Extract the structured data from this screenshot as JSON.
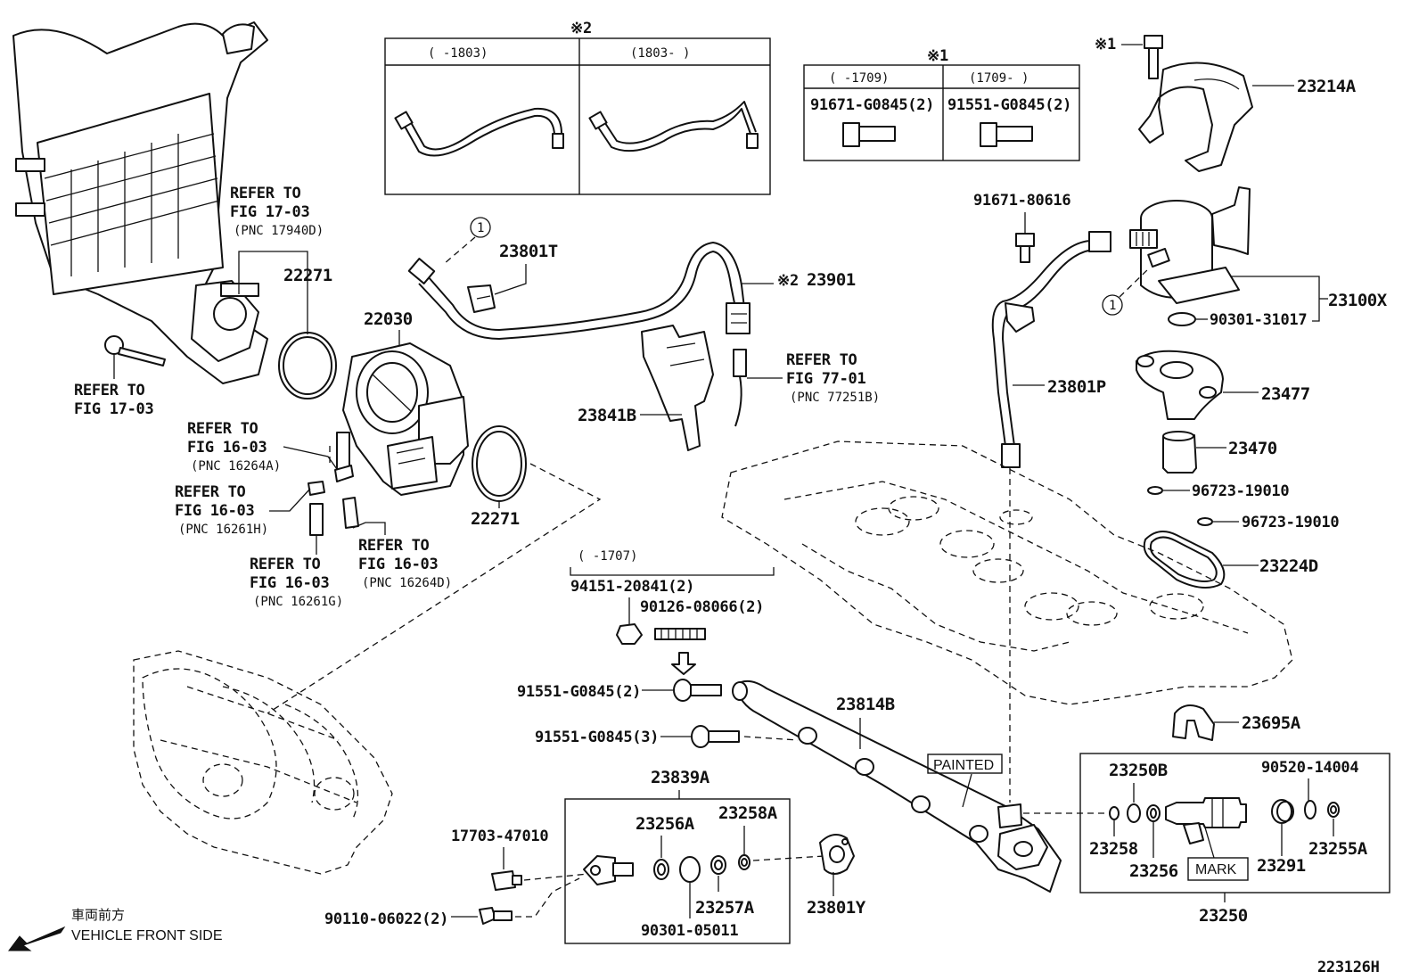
{
  "top_box_2": {
    "marker": "※2",
    "col_left": "(    -1803)",
    "col_right": "(1803-     )"
  },
  "top_box_1": {
    "marker": "※1",
    "col_left": "(    -1709)",
    "col_right": "(1709-     )",
    "part_left": "91671-G0845(2)",
    "part_right": "91551-G0845(2)"
  },
  "callouts": {
    "p23214A": "23214A",
    "p23214A_marker": "※1",
    "p91671_80616": "91671-80616",
    "p23100X": "23100X",
    "p90301_31017": "90301-31017",
    "p23477": "23477",
    "p23470": "23470",
    "p96723_a": "96723-19010",
    "p96723_b": "96723-19010",
    "p23224D": "23224D",
    "p23801P": "23801P",
    "p23901": "23901",
    "p23901_marker": "※2",
    "p23801T": "23801T",
    "p23841B": "23841B",
    "p22030": "22030",
    "p22271_top": "22271",
    "p22271_bottom": "22271",
    "p23814B": "23814B",
    "p23695A": "23695A",
    "p23839A": "23839A",
    "p23256A": "23256A",
    "p23258A": "23258A",
    "p23257A": "23257A",
    "p90301_05011": "90301-05011",
    "p17703_47010": "17703-47010",
    "p90110_06022": "90110-06022(2)",
    "p23801Y": "23801Y",
    "p91551_2": "91551-G0845(2)",
    "p91551_3": "91551-G0845(3)",
    "p94151": "94151-20841(2)",
    "p90126": "90126-08066(2)",
    "p1707": "(    -1707)",
    "painted": "PAINTED",
    "circle1": "1"
  },
  "refers": {
    "fig1703_top": [
      "REFER TO",
      "FIG 17-03",
      "(PNC 17940D)"
    ],
    "fig1703_bottom": [
      "REFER TO",
      "FIG 17-03"
    ],
    "fig7701": [
      "REFER TO",
      "FIG 77-01",
      "(PNC 77251B)"
    ],
    "fig1603_a": [
      "REFER TO",
      "FIG 16-03",
      "(PNC 16264A)"
    ],
    "fig1603_h": [
      "REFER TO",
      "FIG 16-03",
      "(PNC 16261H)"
    ],
    "fig1603_g": [
      "REFER TO",
      "FIG 16-03",
      "(PNC 16261G)"
    ],
    "fig1603_d": [
      "REFER TO",
      "FIG 16-03",
      "(PNC 16264D)"
    ]
  },
  "injector_box": {
    "p23250B": "23250B",
    "p90520_14004": "90520-14004",
    "p23258": "23258",
    "p23256": "23256",
    "mark": "MARK",
    "p23291": "23291",
    "p23255A": "23255A",
    "p23250": "23250"
  },
  "footer": {
    "vehicle_ja": "車両前方",
    "vehicle_en": "VEHICLE FRONT SIDE",
    "figure_id": "223126H"
  }
}
